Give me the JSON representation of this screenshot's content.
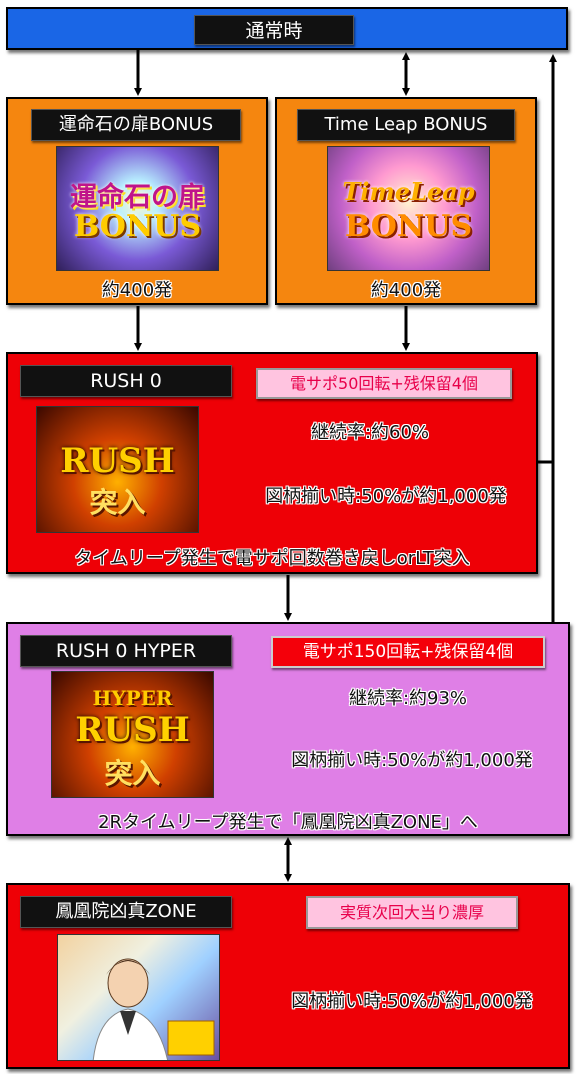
{
  "normal": {
    "label": "通常時"
  },
  "bonus_unmei": {
    "label": "運命石の扉BONUS",
    "image_line1": "運命石の扉",
    "image_line2": "BONUS",
    "result": "約400発"
  },
  "bonus_timeleap": {
    "label": "Time Leap BONUS",
    "image_line1": "TimeLeap",
    "image_line2": "BONUS",
    "result": "約400発"
  },
  "rush0": {
    "label": "RUSH 0",
    "spec": "電サポ50回転+残保留4個",
    "image_line1": "RUSH",
    "image_line2": "突入",
    "continue_rate": "継続率:約60%",
    "zorome": "図柄揃い時:50%が約1,000発",
    "note": "タイムリープ発生で電サポ回数巻き戻しorLT突入"
  },
  "rush0_hyper": {
    "label": "RUSH 0 HYPER",
    "spec": "電サポ150回転+残保留4個",
    "image_line0": "HYPER",
    "image_line1": "RUSH",
    "image_line2": "突入",
    "continue_rate": "継続率:約93%",
    "zorome": "図柄揃い時:50%が約1,000発",
    "note": "2Rタイムリープ発生で「鳳凰院凶真ZONE」へ"
  },
  "zone": {
    "label": "鳳凰院凶真ZONE",
    "spec": "実質次回大当り濃厚",
    "zorome": "図柄揃い時:50%が約1,000発"
  },
  "colors": {
    "blue": "#1a66e6",
    "orange": "#f5860f",
    "red": "#ee0006",
    "purple": "#df7fe6"
  }
}
